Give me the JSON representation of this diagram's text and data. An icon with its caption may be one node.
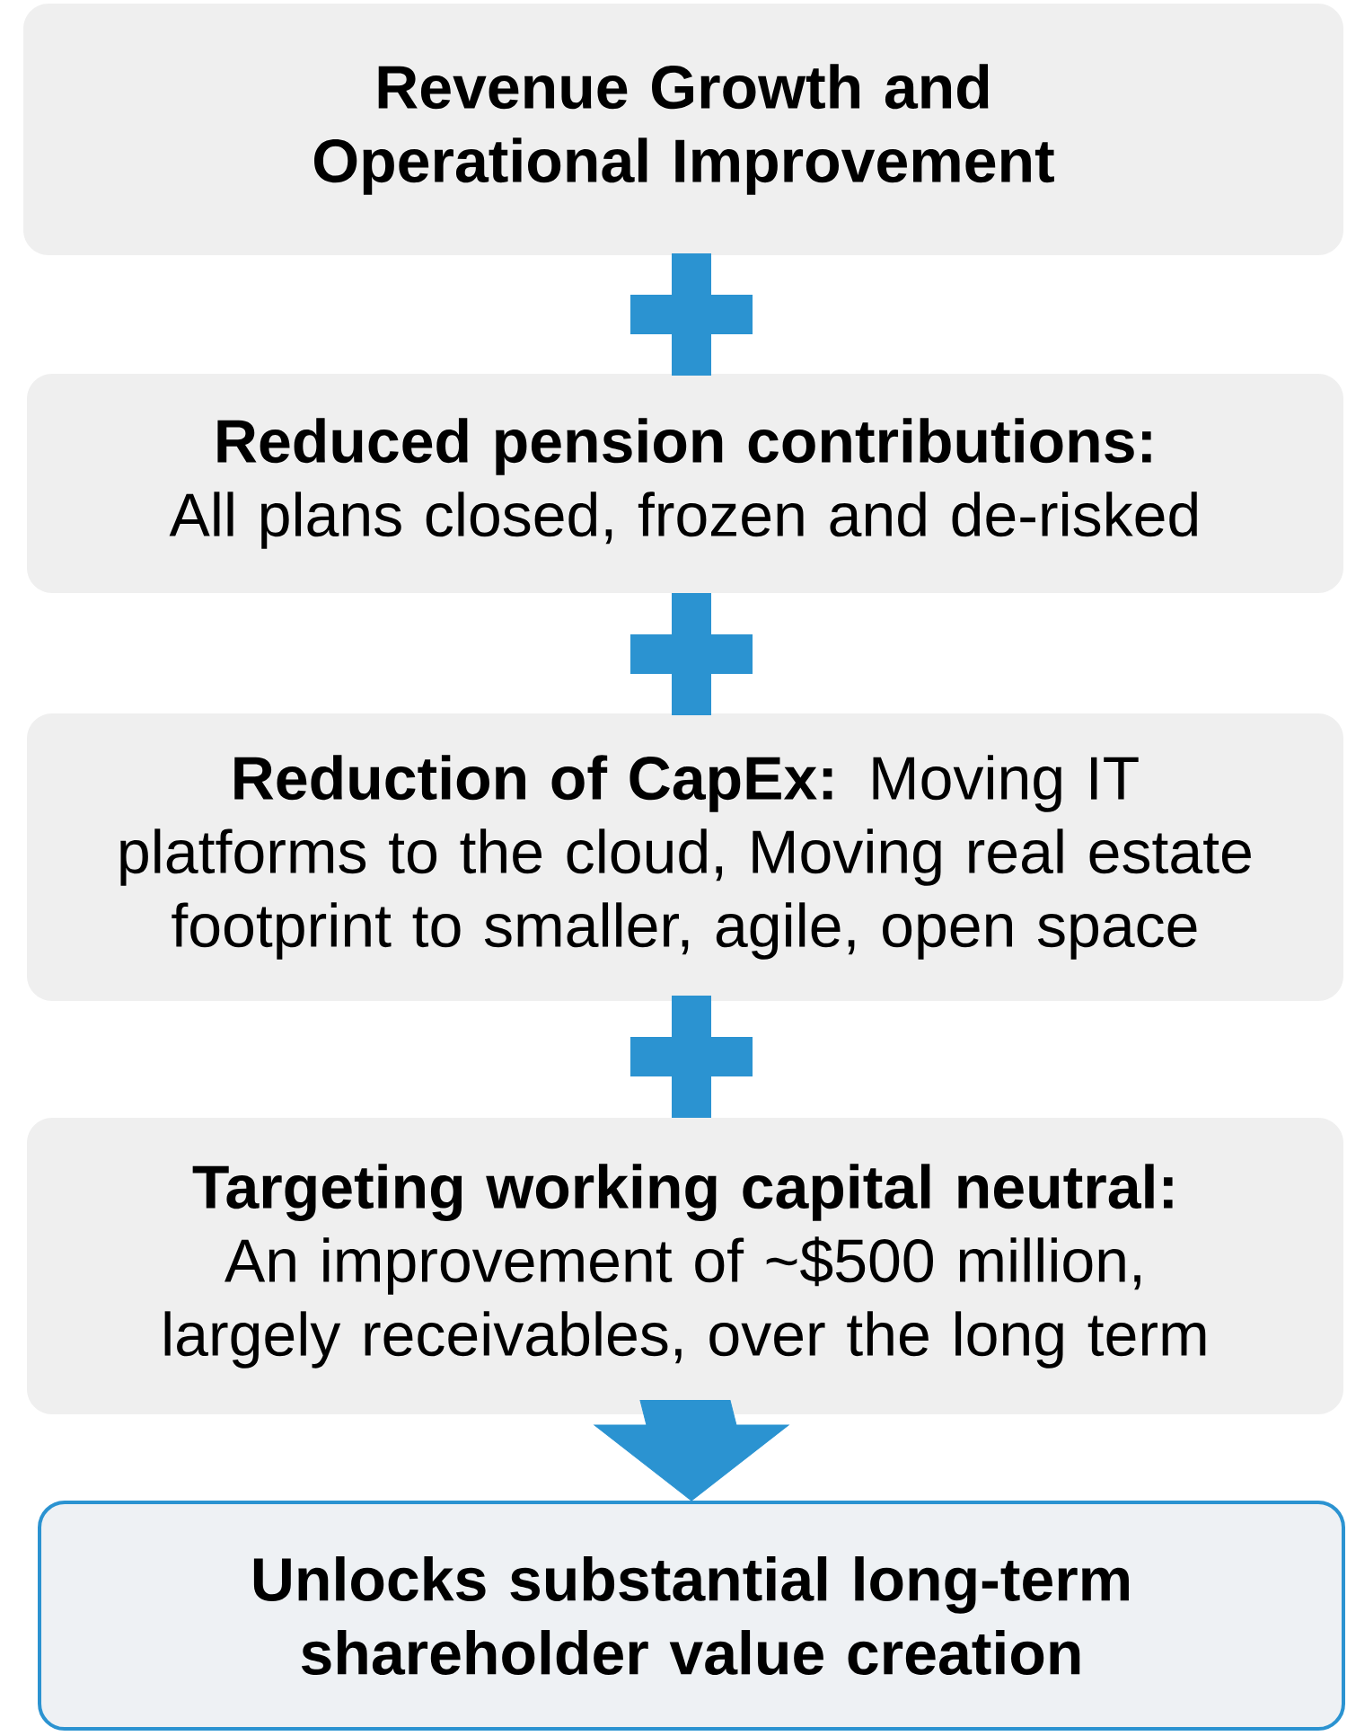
{
  "diagram": {
    "nodes": [
      {
        "text": [
          "Revenue Growth and Operational Improvement"
        ]
      },
      {
        "text": [
          "Reduced pension contributions:",
          "All plans closed, frozen and de-risked"
        ]
      },
      {
        "text": [
          "**Reduction of CapEx:** Moving IT platforms to the cloud, Moving real estate footprint to smaller, agile, open space"
        ]
      },
      {
        "text": [
          "Targeting working capital neutral:",
          "An improvement of ~$500 million, largely receivables, over the long term"
        ]
      },
      {
        "text": [
          "Unlocks substantial long-term shareholder value creation"
        ]
      }
    ],
    "edges": [
      {
        "from": 3,
        "to": 4,
        "arrow": "to",
        "style": "thick"
      }
    ]
  }
}
